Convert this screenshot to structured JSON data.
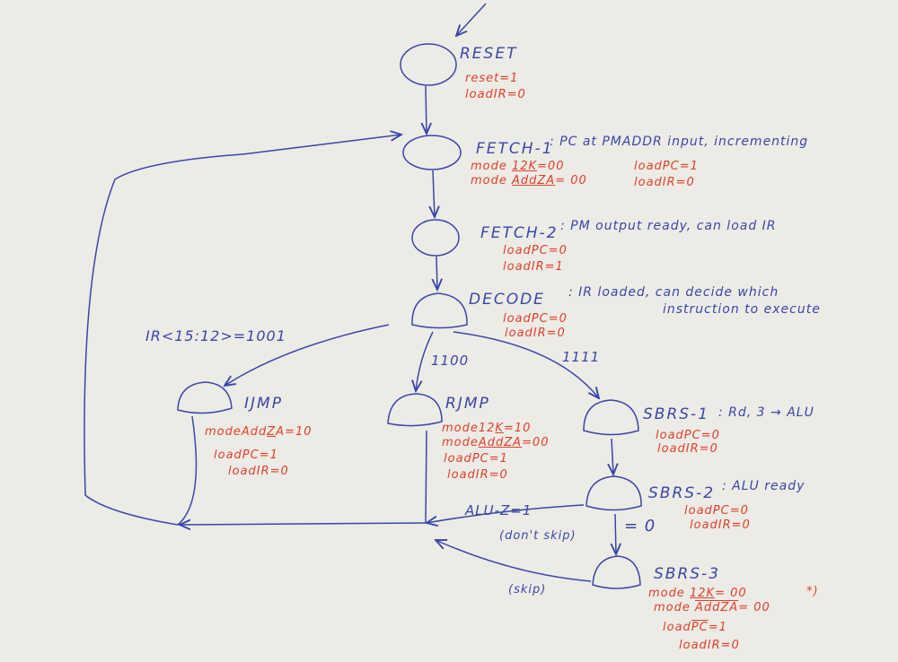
{
  "states": {
    "reset": {
      "name": "RESET",
      "signals": [
        "reset=1",
        "loadIR=0"
      ]
    },
    "fetch1": {
      "name": "FETCH-1",
      "note": ": PC at PMADDR input, incrementing",
      "sig1_pre": "mode ",
      "sig1_u": "12K",
      "sig1_post": "=00",
      "sig2_pre": "mode ",
      "sig2_u": "AddZA",
      "sig2_post": "= 00",
      "sig3": "loadPC=1",
      "sig4": "loadIR=0"
    },
    "fetch2": {
      "name": "FETCH-2",
      "note": ": PM output ready, can load IR",
      "signals": [
        "loadPC=0",
        "loadIR=1"
      ]
    },
    "decode": {
      "name": "DECODE",
      "note1": ": IR loaded, can decide which",
      "note2": "instruction to execute",
      "signals": [
        "loadPC=0",
        "loadIR=0"
      ]
    },
    "ijmp": {
      "name": "IJMP",
      "sig1_pre": "modeAdd",
      "sig1_u": "Z",
      "sig1_post": "A=10",
      "sig2": "loadPC=1",
      "sig3": "loadIR=0"
    },
    "rjmp": {
      "name": "RJMP",
      "sig1_pre": "mode12",
      "sig1_u": "K",
      "sig1_post": "=10",
      "sig2_pre": "mode",
      "sig2_u": "AddZA",
      "sig2_post": "=00",
      "sig3": "loadPC=1",
      "sig4": "loadIR=0"
    },
    "sbrs1": {
      "name": "SBRS-1",
      "note": ": Rd, 3 → ALU",
      "signals": [
        "loadPC=0",
        "loadIR=0"
      ]
    },
    "sbrs2": {
      "name": "SBRS-2",
      "note": ": ALU ready",
      "signals": [
        "loadPC=0",
        "loadIR=0"
      ]
    },
    "sbrs3": {
      "name": "SBRS-3",
      "sig1_pre": "mode ",
      "sig1_u": "12K",
      "sig1_post": "= 00",
      "star": "*)",
      "sig2_pre": "mode ",
      "sig2_o": "AddZA",
      "sig2_post": "= 00",
      "sig3_pre": "load",
      "sig3_o": "PC",
      "sig3_post": "=1",
      "sig4": "loadIR=0"
    }
  },
  "transitions": {
    "ir_1001": "IR<15:12>=1001",
    "c1100": "1100",
    "c1111": "1111",
    "alu_z1": "ALU-Z=1",
    "dont_skip": "(don't skip)",
    "z0": "= 0",
    "skip": "(skip)"
  },
  "colors": {
    "ink_blue": "#3a47a6",
    "ink_red": "#e0402b",
    "paper": "#ecebe6"
  }
}
